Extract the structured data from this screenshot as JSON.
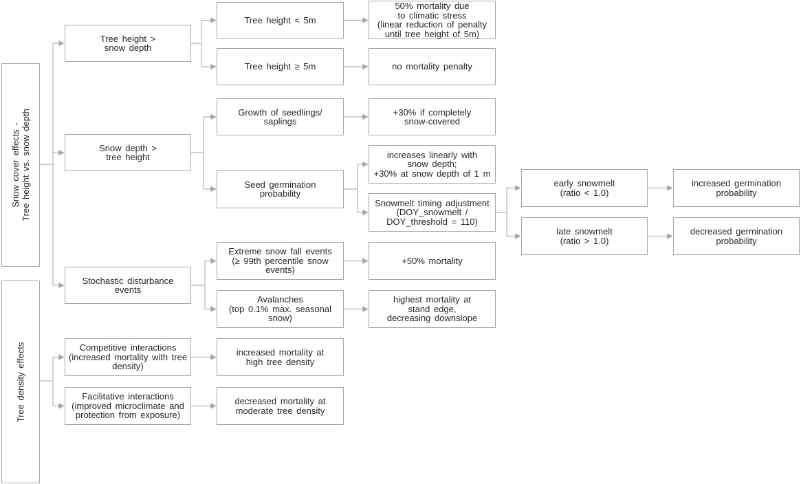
{
  "diagram": {
    "colors": {
      "box_border": "#a6a6a6",
      "connector": "#b4b4b4",
      "arrowhead": "#a6a6a6",
      "text": "#262626",
      "background": "#ffffff"
    },
    "groups": {
      "snow_cover": {
        "label": "Snow cover effects -\nTree height vs. snow depth"
      },
      "tree_density": {
        "label": "Tree density effects"
      }
    },
    "nodes": {
      "tree_height_gt_snow": {
        "text": "Tree height >\nsnow depth"
      },
      "snow_depth_gt_tree": {
        "text": "Snow depth >\ntree height"
      },
      "stochastic_events": {
        "text": "Stochastic disturbance\nevents"
      },
      "competitive": {
        "text": "Competitive interactions\n(increased mortality with tree\ndensity)"
      },
      "facilitative": {
        "text": "Facilitative interactions\n(improved microclimate and\nprotection from exposure)"
      },
      "tree_height_lt_5m": {
        "text": "Tree height < 5m"
      },
      "tree_height_ge_5m": {
        "text": "Tree height ≥ 5m"
      },
      "growth_seedlings": {
        "text": "Growth of seedlings/\nsaplings"
      },
      "seed_germination": {
        "text": "Seed germination\nprobability"
      },
      "extreme_snowfall": {
        "text": "Extreme snow fall events\n(≥ 99th percentile snow\nevents)"
      },
      "avalanches": {
        "text": "Avalanches\n(top 0.1% max. seasonal\nsnow)"
      },
      "increased_mortality_high_density": {
        "text": "increased mortality at\nhigh tree density"
      },
      "decreased_mortality_moderate_density": {
        "text": "decreased mortality at\nmoderate tree density"
      },
      "mortality_50_climatic": {
        "text": "50% mortality due\nto climatic stress\n(linear reduction of penalty\nuntil tree height of 5m)"
      },
      "no_mortality_penalty": {
        "text": "no mortality penalty"
      },
      "plus30_snow_covered": {
        "text": "+30% if completely\nsnow-covered"
      },
      "increases_linearly": {
        "text": "increases linearly with\nsnow depth;\n+30% at snow depth of 1 m"
      },
      "snowmelt_timing": {
        "text": "Snowmelt timing adjustment\n(DOY_snowmelt /\nDOY_threshold = 110)"
      },
      "plus50_mortality": {
        "text": "+50% mortality"
      },
      "highest_mortality_edge": {
        "text": "highest mortality at\nstand edge,\ndecreasing downslope"
      },
      "early_snowmelt": {
        "text": "early snowmelt\n(ratio < 1.0)"
      },
      "late_snowmelt": {
        "text": "late snowmelt\n(ratio > 1.0)"
      },
      "increased_germination": {
        "text": "increased germination\nprobability"
      },
      "decreased_germination": {
        "text": "decreased germination\nprobability"
      }
    },
    "edges": [
      {
        "from": "snow_cover_group",
        "to": "tree_height_gt_snow"
      },
      {
        "from": "snow_cover_group",
        "to": "snow_depth_gt_tree"
      },
      {
        "from": "snow_cover_group",
        "to": "stochastic_events"
      },
      {
        "from": "tree_height_gt_snow",
        "to": "tree_height_lt_5m"
      },
      {
        "from": "tree_height_gt_snow",
        "to": "tree_height_ge_5m"
      },
      {
        "from": "tree_height_lt_5m",
        "to": "mortality_50_climatic"
      },
      {
        "from": "tree_height_ge_5m",
        "to": "no_mortality_penalty"
      },
      {
        "from": "snow_depth_gt_tree",
        "to": "growth_seedlings"
      },
      {
        "from": "snow_depth_gt_tree",
        "to": "seed_germination"
      },
      {
        "from": "growth_seedlings",
        "to": "plus30_snow_covered"
      },
      {
        "from": "seed_germination",
        "to": "increases_linearly"
      },
      {
        "from": "seed_germination",
        "to": "snowmelt_timing"
      },
      {
        "from": "snowmelt_timing",
        "to": "early_snowmelt"
      },
      {
        "from": "snowmelt_timing",
        "to": "late_snowmelt"
      },
      {
        "from": "early_snowmelt",
        "to": "increased_germination"
      },
      {
        "from": "late_snowmelt",
        "to": "decreased_germination"
      },
      {
        "from": "stochastic_events",
        "to": "extreme_snowfall"
      },
      {
        "from": "stochastic_events",
        "to": "avalanches"
      },
      {
        "from": "extreme_snowfall",
        "to": "plus50_mortality"
      },
      {
        "from": "avalanches",
        "to": "highest_mortality_edge"
      },
      {
        "from": "tree_density_group",
        "to": "competitive"
      },
      {
        "from": "tree_density_group",
        "to": "facilitative"
      },
      {
        "from": "competitive",
        "to": "increased_mortality_high_density"
      },
      {
        "from": "facilitative",
        "to": "decreased_mortality_moderate_density"
      }
    ]
  }
}
